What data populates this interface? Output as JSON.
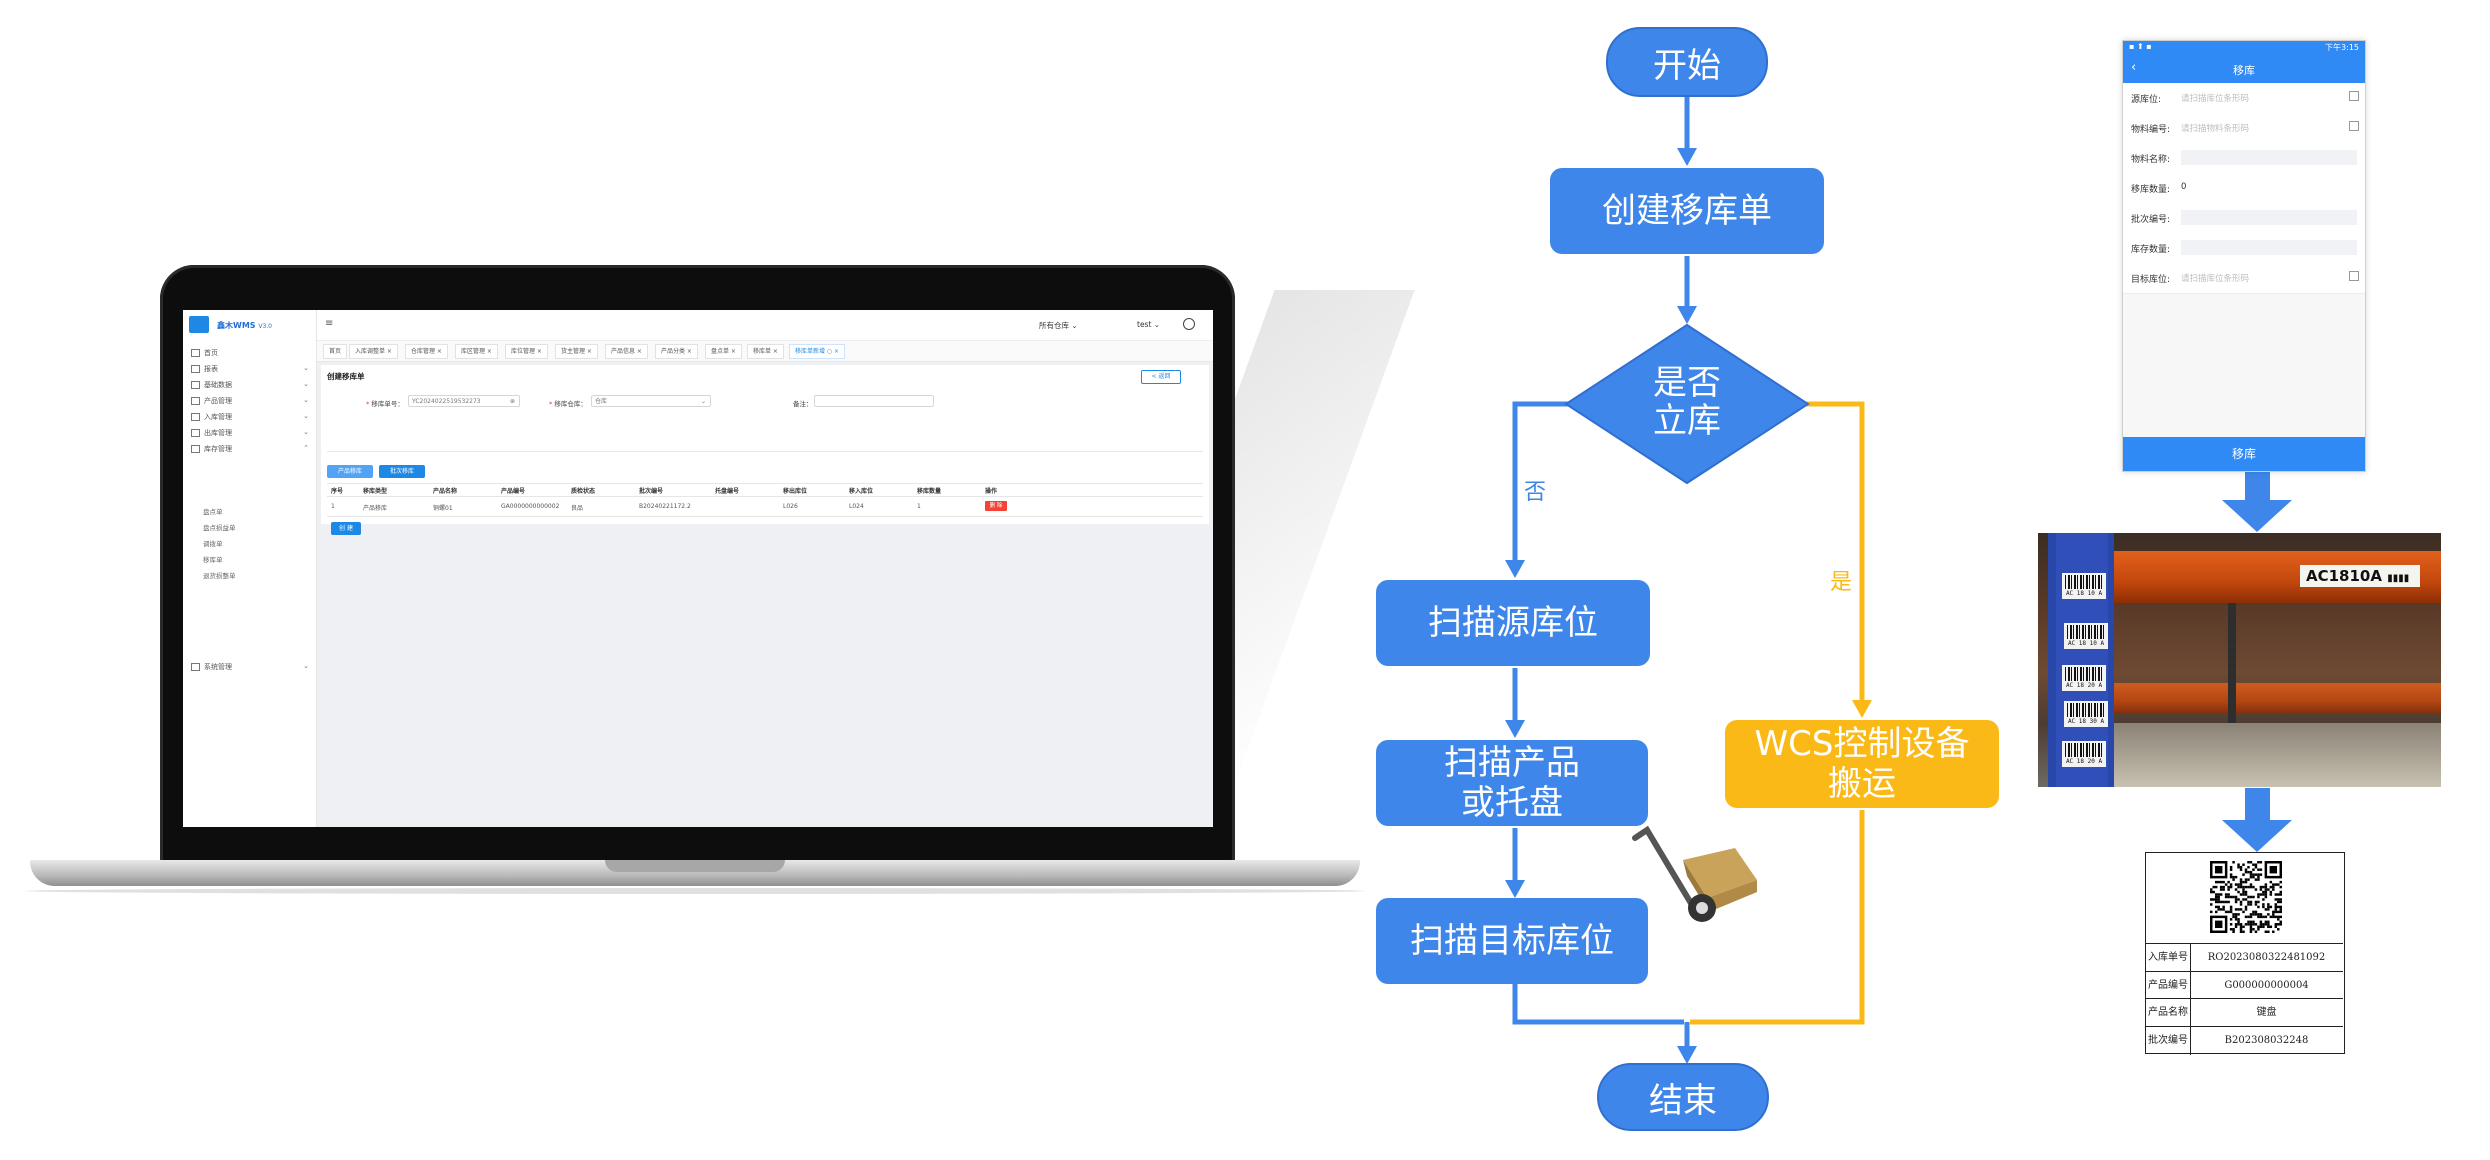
{
  "wms": {
    "app_title": "鑫木WMS",
    "app_version": "V3.0",
    "sidebar": [
      {
        "label": "首页",
        "chevron": ""
      },
      {
        "label": "报表",
        "chevron": "⌄"
      },
      {
        "label": "基础数据",
        "chevron": "⌄"
      },
      {
        "label": "产品管理",
        "chevron": "⌄"
      },
      {
        "label": "入库管理",
        "chevron": "⌄"
      },
      {
        "label": "出库管理",
        "chevron": "⌄"
      },
      {
        "label": "库存管理",
        "chevron": "⌃"
      }
    ],
    "sidebar_sub": [
      "盘点单",
      "盘点损益单",
      "调拨单",
      "移库单",
      "退货损整单"
    ],
    "sidebar_last": {
      "label": "系统管理",
      "chevron": "⌄"
    },
    "topbar": {
      "warehouse": "所有仓库 ⌄",
      "user": "test ⌄"
    },
    "tabs": [
      "首页",
      "入库调整单 ×",
      "仓库管理 ×",
      "库区管理 ×",
      "库位管理 ×",
      "货主管理 ×",
      "产品信息 ×",
      "产品分类 ×",
      "盘点单 ×",
      "移库单 ×",
      "移库单新增 ○ ×"
    ],
    "page_title": "创建移库单",
    "back_label": "< 返回",
    "form": {
      "no_label": "移库单号：",
      "no_value": "YC2024022519532273",
      "wh_label": "移库仓库：",
      "wh_placeholder": "仓库",
      "remark_label": "备注："
    },
    "buttons": {
      "add_product": "产品移库",
      "add_batch": "批次移库",
      "save": "创 建"
    },
    "table": {
      "headers": [
        "序号",
        "移库类型",
        "产品名称",
        "产品编号",
        "质检状态",
        "批次编号",
        "托盘编号",
        "移出库位",
        "移入库位",
        "移库数量",
        "操作"
      ],
      "rows": [
        [
          "1",
          "产品移库",
          "铜螺01",
          "GA0000000000002",
          "良品",
          "B20240221172.2",
          "",
          "L026",
          "L024",
          "1"
        ]
      ],
      "delete_label": "删 除"
    }
  },
  "flow": {
    "start": "开始",
    "create": "创建移库单",
    "decision": [
      "是否",
      "立库"
    ],
    "no": "否",
    "yes": "是",
    "scan_src": "扫描源库位",
    "scan_prod": [
      "扫描产品",
      "或托盘"
    ],
    "scan_target": "扫描目标库位",
    "wcs": [
      "WCS控制设备",
      "搬运"
    ],
    "end": "结束",
    "colors": {
      "blue": "#3f86ea",
      "yellow": "#fbb917"
    }
  },
  "phone": {
    "status_time": "下午3:15",
    "title": "移库",
    "rows": [
      {
        "label": "源库位:",
        "value": "请扫描库位条形码",
        "type": "scan"
      },
      {
        "label": "物料编号:",
        "value": "请扫描物料条形码",
        "type": "scan"
      },
      {
        "label": "物料名称:",
        "value": "",
        "type": "grey"
      },
      {
        "label": "移库数量:",
        "value": "0",
        "type": "text"
      },
      {
        "label": "批次编号:",
        "value": "",
        "type": "grey"
      },
      {
        "label": "库存数量:",
        "value": "",
        "type": "grey"
      },
      {
        "label": "目标库位:",
        "value": "请扫描库位条形码",
        "type": "scan"
      }
    ],
    "button": "移库"
  },
  "photo": {
    "big_tag": "AC1810A",
    "small_tags": [
      "AC 18 10 A",
      "AC 18 10 A",
      "AC 18 20 A",
      "AC 18 30 A",
      "AC 18 20 A"
    ]
  },
  "label_card": {
    "rows": [
      {
        "k": "入库单号",
        "v": "RO202308032248​1092"
      },
      {
        "k": "产品编号",
        "v": "G000000000004"
      },
      {
        "k": "产品名称",
        "v": "键盘"
      },
      {
        "k": "批次编号",
        "v": "B202308032248"
      }
    ]
  }
}
